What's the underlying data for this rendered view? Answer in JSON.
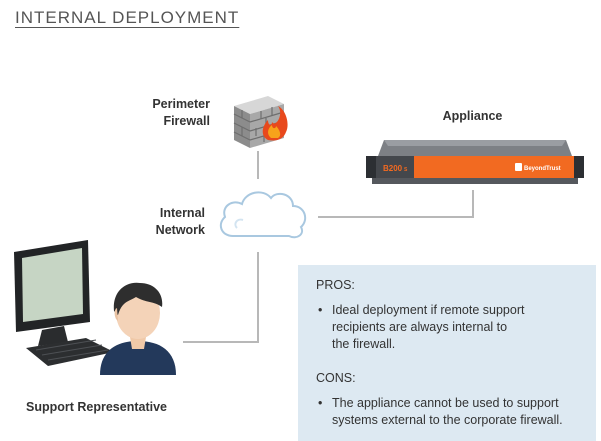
{
  "title": "INTERNAL DEPLOYMENT",
  "nodes": {
    "firewall_label_1": "Perimeter",
    "firewall_label_2": "Firewall",
    "network_label_1": "Internal",
    "network_label_2": "Network",
    "appliance_label": "Appliance",
    "appliance_model": "B200",
    "appliance_model_suffix": "S",
    "appliance_brand": "BeyondTrust",
    "rep_label": "Support Representative"
  },
  "pros": {
    "heading": "PROS:",
    "items": [
      {
        "line1": "Ideal deployment if remote support",
        "line2": "recipients are always internal to",
        "line3": "the firewall."
      }
    ]
  },
  "cons": {
    "heading": "CONS:",
    "items": [
      {
        "line1": "The appliance cannot be used to support",
        "line2": "systems external to the corporate firewall."
      }
    ]
  },
  "colors": {
    "appliance_orange": "#f26a21",
    "appliance_dark": "#3a3d42",
    "panel_bg": "#dde9f2",
    "line": "#b8b8b8"
  }
}
